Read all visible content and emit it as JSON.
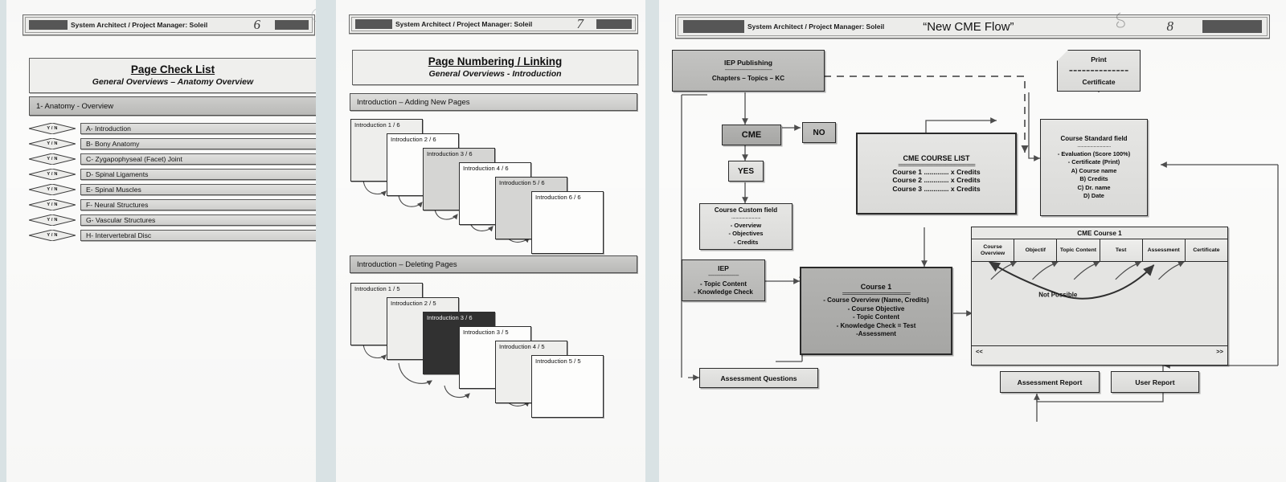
{
  "pages": [
    {
      "header": {
        "credit": "System Architect / Project Manager: Soleil",
        "title": "",
        "page_number": "6"
      },
      "title_block": {
        "heading": "Page Check List",
        "subheading": "General Overviews – Anatomy Overview"
      },
      "section": "1- Anatomy - Overview",
      "yn_label": "Y / N",
      "checklist": [
        "A- Introduction",
        "B- Bony Anatomy",
        "C- Zygapophyseal (Facet) Joint",
        "D- Spinal Ligaments",
        "E- Spinal Muscles",
        "F- Neural Structures",
        "G- Vascular Structures",
        "H- Intervertebral Disc"
      ]
    },
    {
      "header": {
        "credit": "System Architect / Project Manager: Soleil",
        "title": "",
        "page_number": "7"
      },
      "title_block": {
        "heading": "Page Numbering / Linking",
        "subheading": "General Overviews - Introduction"
      },
      "section_add": "Introduction – Adding New Pages",
      "section_delete": "Introduction – Deleting Pages",
      "add_cards": [
        "Introduction 1 / 6",
        "Introduction 2 / 6",
        "Introduction 3 / 6",
        "Introduction 4 / 6",
        "Introduction 5 / 6",
        "Introduction 6 / 6"
      ],
      "delete_cards": [
        "Introduction 1 / 5",
        "Introduction 2 / 5",
        "Introduction 3 / 6",
        "Introduction 3 / 5",
        "Introduction 4 / 5",
        "Introduction 5 / 5"
      ]
    },
    {
      "header": {
        "credit": "System Architect / Project Manager: Soleil",
        "title": "“New CME Flow”",
        "page_number": "8"
      },
      "flow": {
        "iep_publishing": {
          "title": "IEP Publishing",
          "line": "Chapters – Topics – KC"
        },
        "cme": "CME",
        "no": "NO",
        "yes": "YES",
        "course_custom": {
          "title": "Course Custom field",
          "items": [
            "- Overview",
            "- Objectives",
            "- Credits"
          ]
        },
        "iep": {
          "title": "IEP",
          "items": [
            "- Topic Content",
            "- Knowledge Check"
          ]
        },
        "course_list": {
          "title": "CME COURSE LIST",
          "items": [
            "Course 1 ............. x Credits",
            "Course 2 ............. x Credits",
            "Course 3 ............. x Credits"
          ]
        },
        "course1": {
          "title": "Course 1",
          "items": [
            "- Course Overview (Name, Credits)",
            "- Course Objective",
            "- Topic Content",
            "- Knowledge Check = Test",
            "-Assessment"
          ]
        },
        "print": {
          "title": "Print",
          "line": "Certificate"
        },
        "course_standard": {
          "title": "Course Standard field",
          "items": [
            "- Evaluation (Score 100%)",
            "- Certificate (Print)",
            "A) Course name",
            "B) Credits",
            "C) Dr. name",
            "D) Date"
          ]
        },
        "cme_course_panel": {
          "title": "CME Course 1",
          "tabs": [
            "Course Overview",
            "Objectif",
            "Topic Content",
            "Test",
            "Assessment",
            "Certificate"
          ],
          "annotation": "Not Possible",
          "nav_prev": "<<",
          "nav_next": ">>"
        },
        "assessment_questions": "Assessment Questions",
        "assessment_report": "Assessment Report",
        "user_report": "User Report"
      }
    }
  ]
}
